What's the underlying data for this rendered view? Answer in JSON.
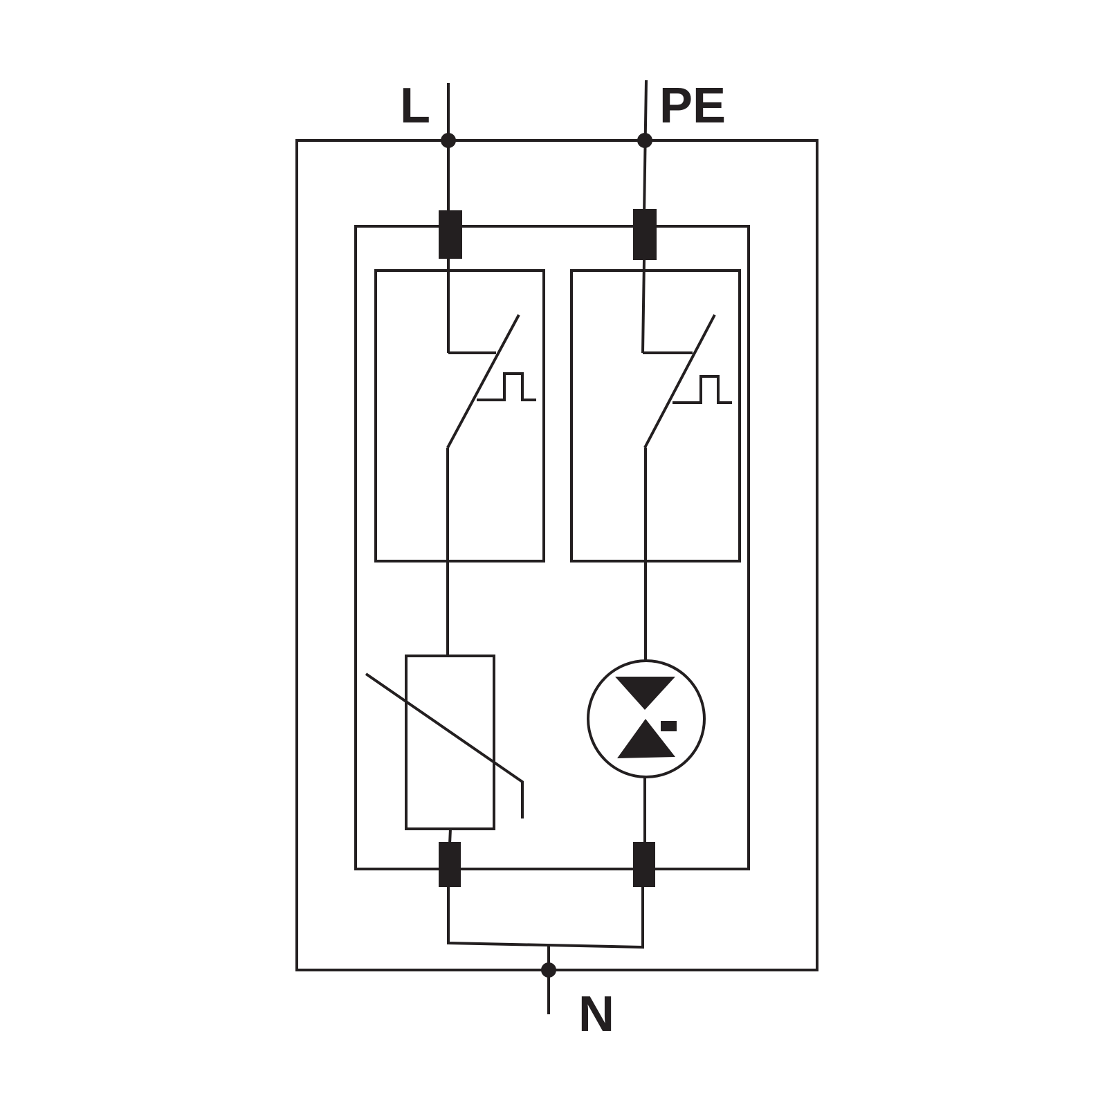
{
  "terminals": {
    "line_label": "L",
    "pe_label": "PE",
    "neutral_label": "N"
  },
  "colors": {
    "stroke": "#231f20",
    "background": "#ffffff"
  },
  "components": {
    "left_branch": [
      "thermal-disconnector",
      "varistor"
    ],
    "right_branch": [
      "thermal-disconnector",
      "gas-discharge-tube"
    ]
  }
}
